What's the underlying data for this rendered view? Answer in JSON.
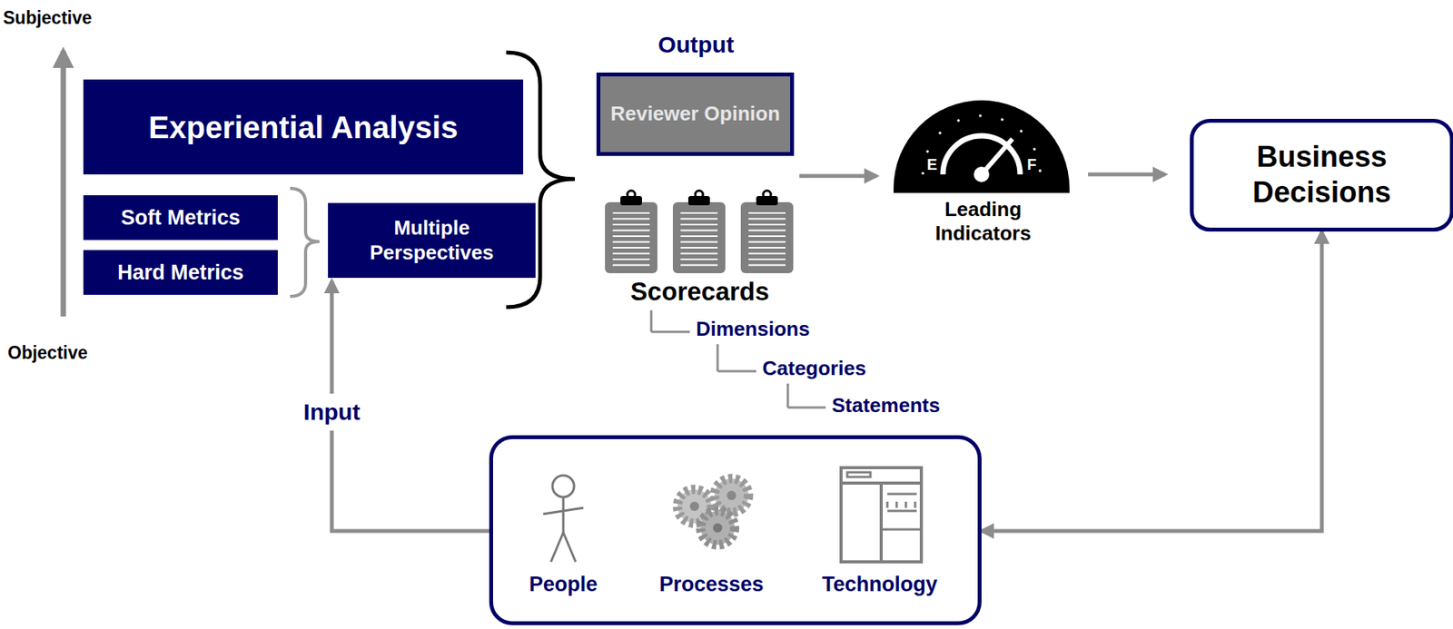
{
  "diagram": {
    "nodes": [
      {
        "text": [
          "Experiential Analysis"
        ]
      },
      {
        "text": [
          "Soft Metrics"
        ]
      },
      {
        "text": [
          "Hard Metrics"
        ]
      },
      {
        "text": [
          "Multiple Perspectives"
        ]
      },
      {
        "text": [
          "Reviewer Opinion"
        ]
      },
      {
        "text": [
          "Business Decisions"
        ]
      },
      {
        "text": [
          "People",
          "Processes",
          "Technology"
        ]
      }
    ],
    "edges": [
      {
        "from": 5,
        "to": 6,
        "arrow": "both"
      },
      {
        "from": 6,
        "to": 3,
        "arrow": "to",
        "label": "Input"
      }
    ],
    "labels": [
      "Subjective",
      "Objective",
      "Output",
      "Scorecards",
      "Dimensions",
      "Categories",
      "Statements",
      "E",
      "F",
      "Leading Indicators"
    ]
  }
}
